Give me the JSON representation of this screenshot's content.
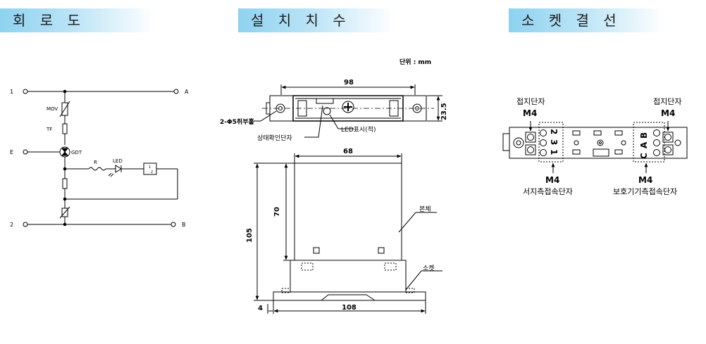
{
  "headers": {
    "circuit": "회 로 도",
    "dimensions": "설 치 치 수",
    "socket": "소 켓 결 선"
  },
  "circuit": {
    "terminal_1": "1",
    "terminal_2": "2",
    "terminal_e": "E",
    "terminal_a": "A",
    "terminal_b": "B",
    "mov": "MOV",
    "tf": "TF",
    "gdt": "GDT",
    "r": "R",
    "led": "LED",
    "sw_1": "1",
    "sw_2": "2"
  },
  "dimensions": {
    "unit": "단위 : mm",
    "width_top": "98",
    "height_top": "23.5",
    "hole_label": "2-Φ5취부홀",
    "status_terminal_label": "상태확인단자",
    "led_label": "LED표시(적)",
    "body_width": "68",
    "body_height": "70",
    "total_height": "105",
    "body_label": "본체",
    "socket_label": "소켓",
    "offset": "4",
    "base_width": "108"
  },
  "socket": {
    "ground_left": "접지단자",
    "ground_right": "접지단자",
    "m4_top_left": "M4",
    "m4_top_right": "M4",
    "pin_2": "2",
    "pin_3": "3",
    "pin_1": "1",
    "pin_b": "B",
    "pin_a": "A",
    "pin_c": "C",
    "m4_bottom_left": "M4",
    "m4_bottom_right": "M4",
    "surge_side_label": "서지측접속단자",
    "protect_side_label": "보호기기측접속단자"
  }
}
